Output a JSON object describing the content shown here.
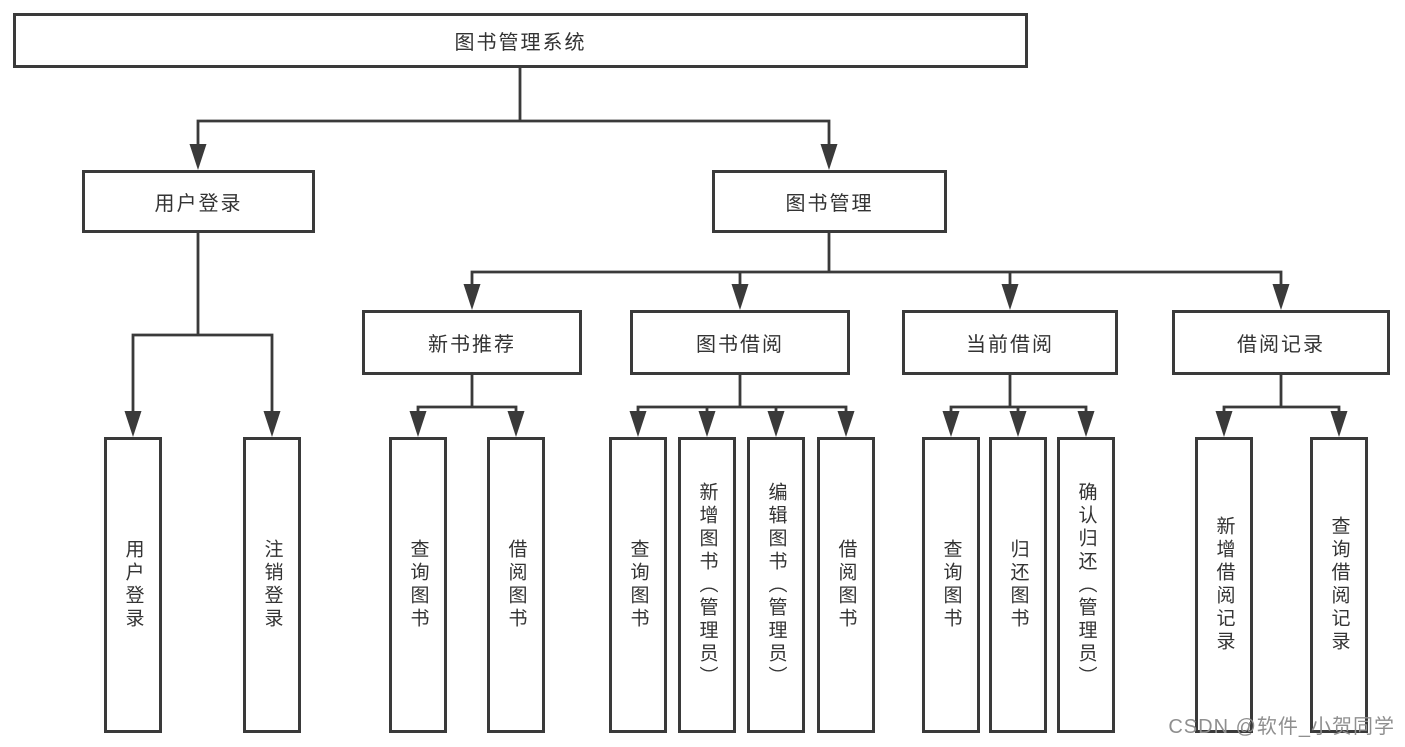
{
  "diagram": {
    "root": {
      "label": "图书管理系统"
    },
    "branches": [
      {
        "label": "用户登录",
        "leaves": [
          {
            "label": "用户登录"
          },
          {
            "label": "注销登录"
          }
        ]
      },
      {
        "label": "图书管理",
        "groups": [
          {
            "label": "新书推荐",
            "leaves": [
              {
                "label": "查询图书"
              },
              {
                "label": "借阅图书"
              }
            ]
          },
          {
            "label": "图书借阅",
            "leaves": [
              {
                "label": "查询图书"
              },
              {
                "label": "新增图书（管理员）"
              },
              {
                "label": "编辑图书（管理员）"
              },
              {
                "label": "借阅图书"
              }
            ]
          },
          {
            "label": "当前借阅",
            "leaves": [
              {
                "label": "查询图书"
              },
              {
                "label": "归还图书"
              },
              {
                "label": "确认归还（管理员）"
              }
            ]
          },
          {
            "label": "借阅记录",
            "leaves": [
              {
                "label": "新增借阅记录"
              },
              {
                "label": "查询借阅记录"
              }
            ]
          }
        ]
      }
    ]
  },
  "watermark": {
    "text": "CSDN @软件_小贺同学"
  },
  "colors": {
    "line": "#3a3a3a",
    "text": "#333333",
    "box_fill": "#ffffff",
    "watermark": "#8f8f8f",
    "background": "#ffffff"
  }
}
